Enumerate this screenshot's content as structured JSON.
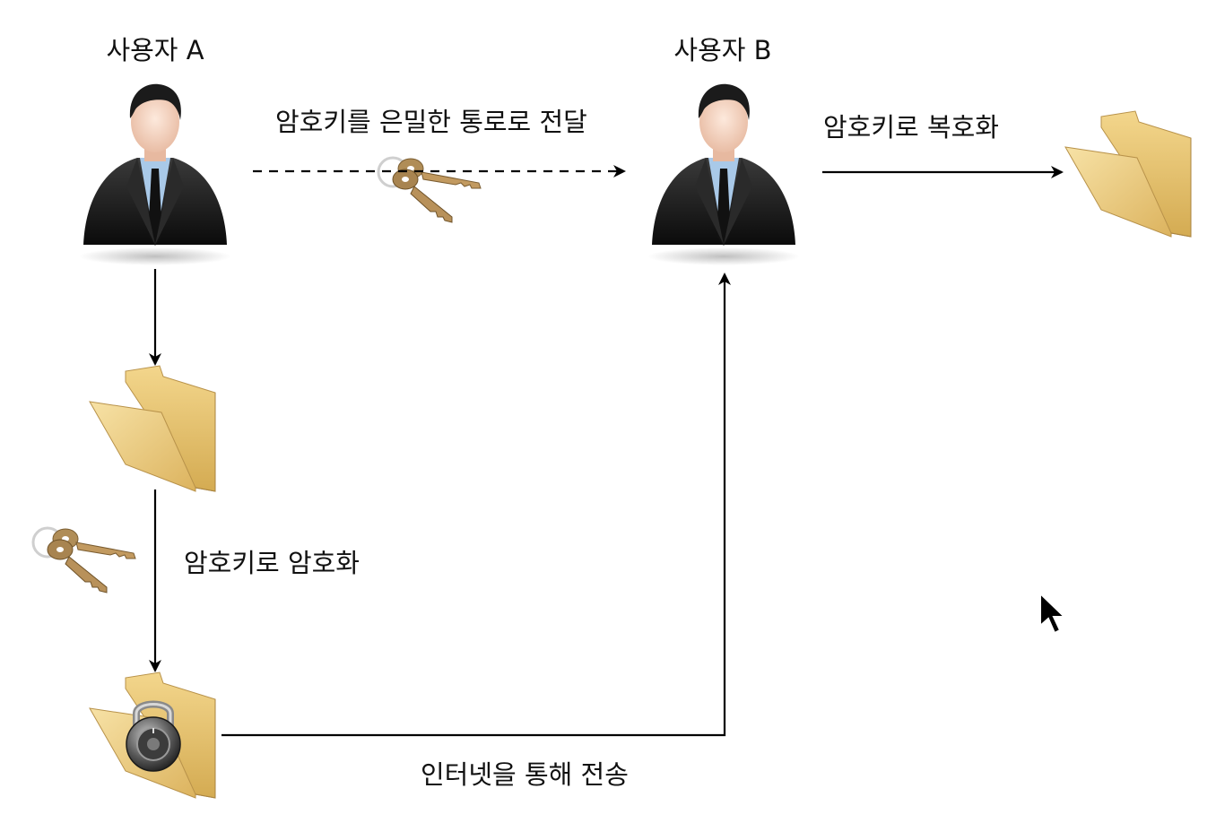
{
  "nodes": {
    "user_a": {
      "label": "사용자 A",
      "icon": "person-icon"
    },
    "user_b": {
      "label": "사용자 B",
      "icon": "person-icon"
    }
  },
  "edges": {
    "secret_channel": {
      "label": "암호키를 은밀한 통로로 전달",
      "style": "dashed"
    },
    "decrypt": {
      "label": "암호키로 복호화",
      "style": "solid"
    },
    "encrypt": {
      "label": "암호키로 암호화",
      "style": "solid"
    },
    "internet": {
      "label": "인터넷을 통해 전송",
      "style": "solid"
    }
  },
  "colors": {
    "folder": "#e9c46a",
    "suit": "#1a1a1a",
    "shirt": "#a9c9e8",
    "key": "#b08d57",
    "line": "#000000"
  }
}
